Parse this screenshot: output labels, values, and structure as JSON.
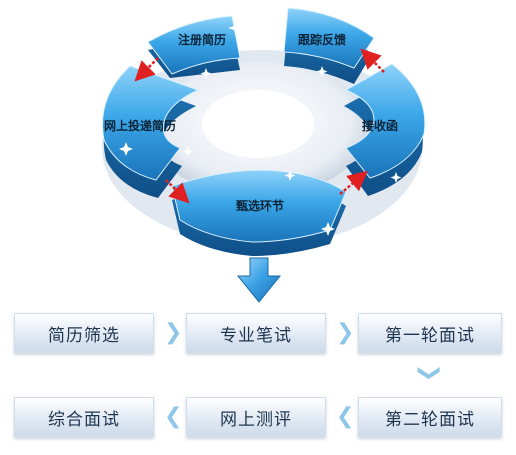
{
  "cycle": {
    "post_resume": "网上投递简历",
    "register_resume": "注册简历",
    "track_feedback": "跟踪反馈",
    "receive_letter": "接收函",
    "screening": "甄选环节"
  },
  "steps": {
    "resume_screening": "简历筛选",
    "written_test": "专业笔试",
    "first_interview": "第一轮面试",
    "second_interview": "第二轮面试",
    "online_test": "网上测评",
    "final_interview": "综合面试"
  },
  "colors": {
    "segment_blue": "#35a4e6",
    "segment_dark": "#1c75b8",
    "arrow_red": "#e02020",
    "chevron": "#8ec6ea"
  }
}
